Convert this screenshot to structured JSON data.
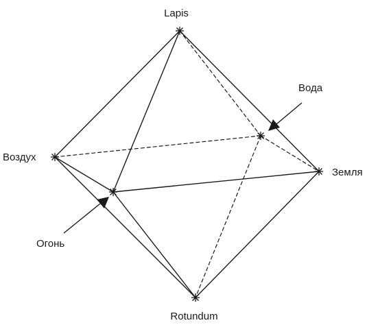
{
  "diagram": {
    "labels": {
      "top": "Lapis",
      "bottom": "Rotundum",
      "left": "Воздух",
      "right": "Земля",
      "back": "Вода",
      "front": "Огонь"
    }
  }
}
